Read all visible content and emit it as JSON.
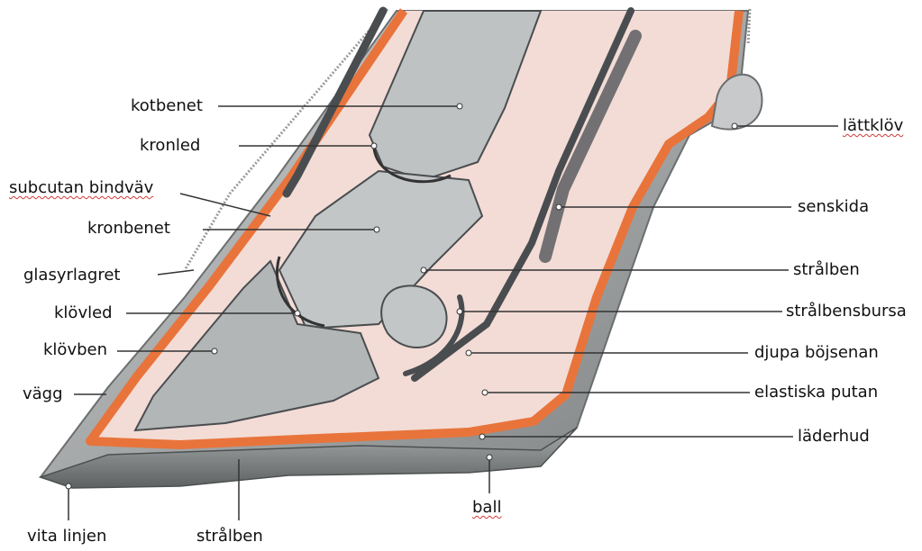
{
  "labels": {
    "kotbenet": "kotbenet",
    "kronled": "kronled",
    "subcutan": "subcutan bindväv",
    "kronbenet": "kronbenet",
    "glasyrlagret": "glasyrlagret",
    "klovled": "klövled",
    "klovben": "klövben",
    "vagg": "vägg",
    "vita_linjen": "vita linjen",
    "stralben_bottom": "strålben",
    "ball": "ball",
    "lattklov": "lättklöv",
    "senskida": "senskida",
    "stralben_right": "strålben",
    "stralbensbursa": "strålbensbursa",
    "djupa_bojsenan": "djupa böjsenan",
    "elastiska_putan": "elastiska putan",
    "laderhud": "läderhud"
  },
  "colors": {
    "laderhud_orange": "#e8743b",
    "skin_pink": "#f3dcd6",
    "bone_gray": "#bfc2c2",
    "horn_gray": "#8a8d8e",
    "tendon_dark": "#4a4d50"
  }
}
